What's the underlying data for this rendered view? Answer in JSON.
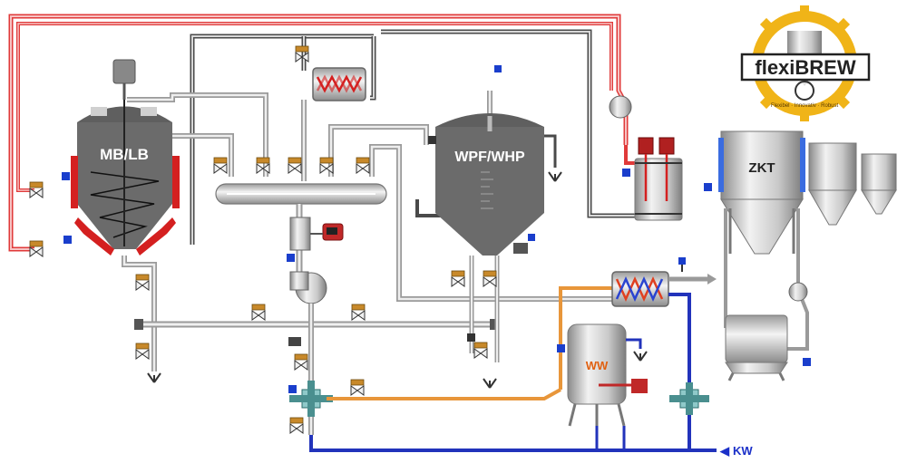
{
  "vessels": {
    "mb_lb": "MB/LB",
    "wpf_whp": "WPF/WHP",
    "ww": "WW",
    "zkt": "ZKT"
  },
  "lines": {
    "kw_arrow": "◀",
    "kw": "KW"
  },
  "logo": {
    "brand": "flexiBREW",
    "ring_text": "Flexibel · Innovativ · Robust"
  },
  "colors": {
    "hot_line": "#e03a3a",
    "cold_line": "#2233bb",
    "warm_line": "#e8963a",
    "pipe_grey": "#c8c8c8",
    "pipe_dark": "#4a4a4a",
    "vessel_grey": "#6b6b6b",
    "heating_red": "#d42020",
    "sensor_blue": "#1a3ecc",
    "logo_gold": "#f0b418"
  },
  "icons": {
    "valve": "valve-icon",
    "drain": "drain-y-icon",
    "pump": "pump-icon",
    "heat_exchanger": "heat-exchanger-icon",
    "sensor": "sensor-icon",
    "flowmeter": "flowmeter-icon",
    "motor": "motor-icon"
  }
}
